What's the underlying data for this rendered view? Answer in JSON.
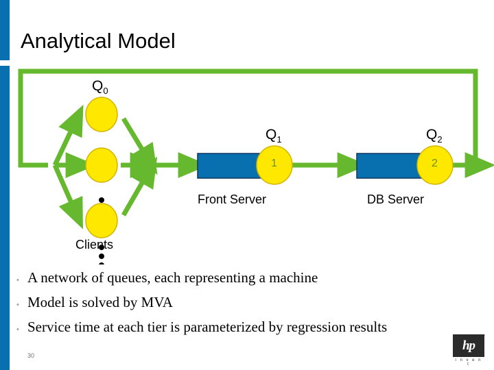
{
  "slide": {
    "title": "Analytical Model",
    "number": "30",
    "accent_color": "#0970b0",
    "background": "#ffffff"
  },
  "diagram": {
    "flow_color": "#66b92e",
    "node_fill": "#ffe800",
    "node_stroke": "#d4b400",
    "server_box_fill": "#0970b0",
    "server_box_stroke": "#10355e",
    "clients": {
      "group_label": "Clients",
      "queue_label": "Q",
      "queue_subscript": "0",
      "node_count": 3,
      "ellipsis_dots": 3
    },
    "tiers": [
      {
        "name": "Front Server",
        "queue_label": "Q",
        "queue_subscript": "1",
        "node_number": "1"
      },
      {
        "name": "DB Server",
        "queue_label": "Q",
        "queue_subscript": "2",
        "node_number": "2"
      }
    ],
    "feedback_loop": true
  },
  "bullets": {
    "marker": "•",
    "items": [
      "A network of queues, each representing a machine",
      "Model is solved by MVA",
      "Service time at each tier is parameterized by regression results"
    ]
  },
  "logo": {
    "wordmark": "hp",
    "tagline": "i n v e n t",
    "trademark": "™"
  }
}
